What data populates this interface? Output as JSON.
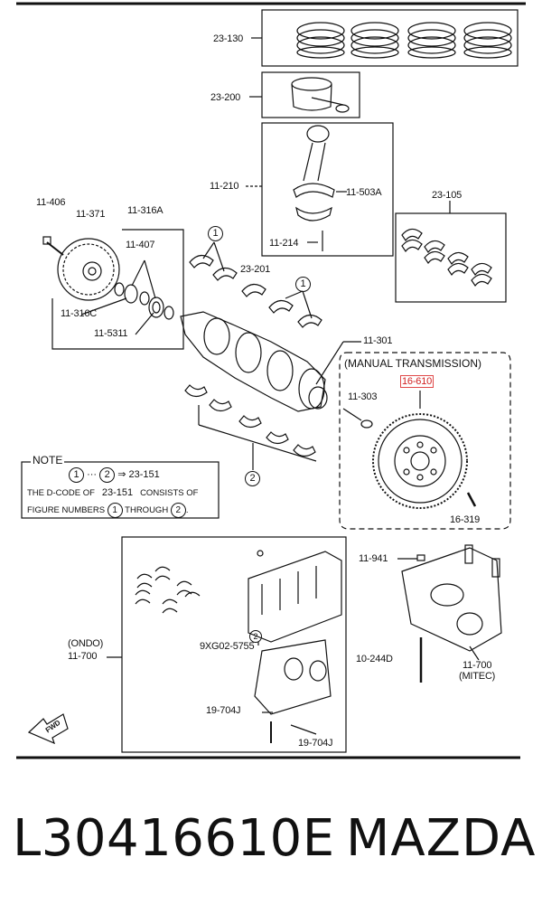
{
  "diagram": {
    "labels": {
      "p23_130": "23-130",
      "p23_200": "23-200",
      "p11_210": "11-210",
      "p11_503A": "11-503A",
      "p11_214": "11-214",
      "p23_105": "23-105",
      "p11_406": "11-406",
      "p11_371": "11-371",
      "p11_316A": "11-316A",
      "p11_407": "11-407",
      "p11_316C": "11-316C",
      "p11_5311": "11-5311",
      "p23_201": "23-201",
      "p11_301": "11-301",
      "manual_transmission": "(MANUAL TRANSMISSION)",
      "p16_610": "16-610",
      "p11_303": "11-303",
      "p16_319": "16-319",
      "p11_941": "11-941",
      "ondo": "(ONDO)",
      "p11_700_left": "11-700",
      "p9XG02": "9XG02-5755",
      "p19_704J_a": "19-704J",
      "p19_704J_b": "19-704J",
      "p10_244D": "10-244D",
      "p11_700_right": "11-700",
      "mitec": "(MITEC)",
      "fwd": "FWD",
      "circle_1": "1",
      "circle_2": "2"
    },
    "note": {
      "heading": "NOTE",
      "line1_from": "1",
      "line1_sep": "···",
      "line1_to": "2",
      "line1_arrow": "⇒",
      "line1_code": "23-151",
      "line2_a": "THE D-CODE OF",
      "line2_code": "23-151",
      "line2_b": "CONSISTS OF",
      "line3_a": "FIGURE NUMBERS",
      "line3_n1": "1",
      "line3_through": "THROUGH",
      "line3_n2": "2",
      "line3_end": "."
    },
    "highlight_color": "#e04848"
  },
  "footer": {
    "part_number": "L30416610E",
    "brand": "MAZDA"
  }
}
